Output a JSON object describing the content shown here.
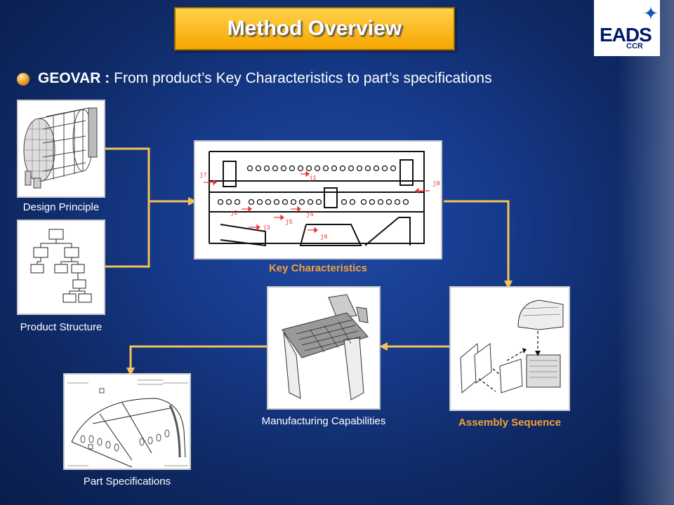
{
  "header": {
    "title": "Method Overview"
  },
  "logo": {
    "name": "EADS",
    "sub": "CCR",
    "icon": "star-icon"
  },
  "intro": {
    "bold": "GEOVAR :",
    "text": " From product’s Key Characteristics to part’s specifications"
  },
  "steps": {
    "design_principle": "Design Principle",
    "product_structure": "Product Structure",
    "key_characteristics": "Key Characteristics",
    "assembly_sequence": "Assembly Sequence",
    "manufacturing_capabilities": "Manufacturing Capabilities",
    "part_specifications": "Part Specifications"
  },
  "key_char_labels": [
    "j1",
    "j2",
    "j3",
    "j4",
    "j5",
    "j6",
    "j7",
    "j8"
  ],
  "colors": {
    "arrow": "#f5c25a",
    "accent": "#f7a034",
    "title_bg": "#f6b400"
  }
}
